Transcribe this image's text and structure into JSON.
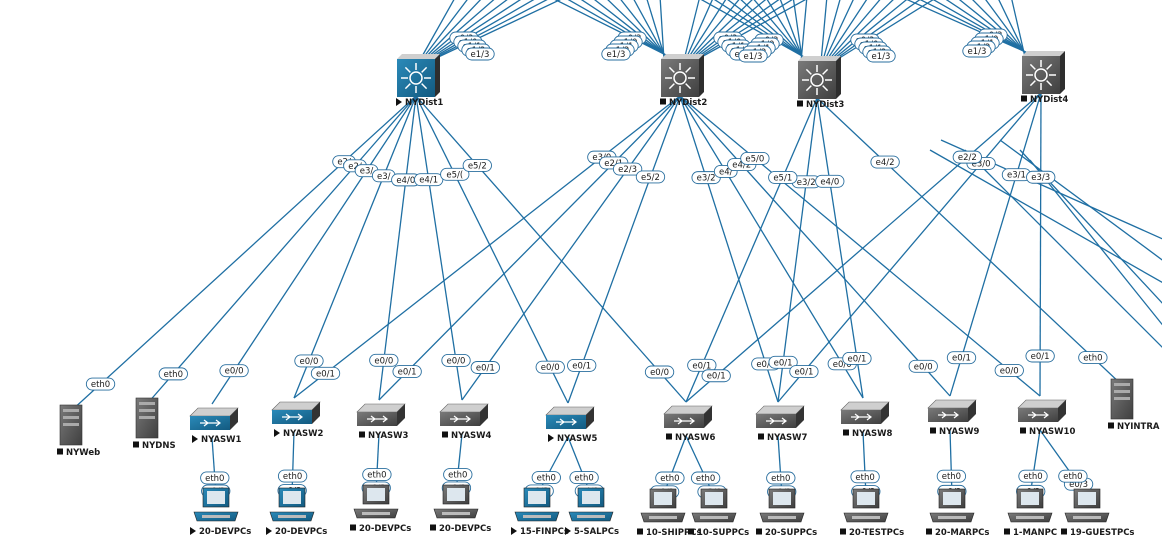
{
  "colors": {
    "link": "#1f6fa3",
    "active_device": "#1c6e98",
    "inactive_device": "#5e5e5e",
    "port_border": "#2a6f9f"
  },
  "icons": {
    "running": "play-triangle-icon",
    "stopped": "stop-square-icon"
  },
  "nodes": [
    {
      "id": "NYDist1",
      "label": "NYDist1",
      "kind": "l3switch",
      "state": "on"
    },
    {
      "id": "NYDist2",
      "label": "NYDist2",
      "kind": "l3switch",
      "state": "off"
    },
    {
      "id": "NYDist3",
      "label": "NYDist3",
      "kind": "l3switch",
      "state": "off"
    },
    {
      "id": "NYDist4",
      "label": "NYDist4",
      "kind": "l3switch",
      "state": "off"
    },
    {
      "id": "NYWeb",
      "label": "NYWeb",
      "kind": "server",
      "state": "off"
    },
    {
      "id": "NYDNS",
      "label": "NYDNS",
      "kind": "server",
      "state": "off"
    },
    {
      "id": "NYASW1",
      "label": "NYASW1",
      "kind": "switch",
      "state": "on"
    },
    {
      "id": "NYASW2",
      "label": "NYASW2",
      "kind": "switch",
      "state": "on"
    },
    {
      "id": "NYASW3",
      "label": "NYASW3",
      "kind": "switch",
      "state": "off"
    },
    {
      "id": "NYASW4",
      "label": "NYASW4",
      "kind": "switch",
      "state": "off"
    },
    {
      "id": "NYASW5",
      "label": "NYASW5",
      "kind": "switch",
      "state": "on"
    },
    {
      "id": "NYASW6",
      "label": "NYASW6",
      "kind": "switch",
      "state": "off"
    },
    {
      "id": "NYASW7",
      "label": "NYASW7",
      "kind": "switch",
      "state": "off"
    },
    {
      "id": "NYASW8",
      "label": "NYASW8",
      "kind": "switch",
      "state": "off"
    },
    {
      "id": "NYASW9",
      "label": "NYASW9",
      "kind": "switch",
      "state": "off"
    },
    {
      "id": "NYASW10",
      "label": "NYASW10",
      "kind": "switch",
      "state": "off"
    },
    {
      "id": "NYINTRA",
      "label": "NYINTRA",
      "kind": "server",
      "state": "off"
    },
    {
      "id": "PC1",
      "label": "20-DEVPCs",
      "kind": "pc",
      "state": "on"
    },
    {
      "id": "PC2",
      "label": "20-DEVPCs",
      "kind": "pc",
      "state": "on"
    },
    {
      "id": "PC3",
      "label": "20-DEVPCs",
      "kind": "pc",
      "state": "off"
    },
    {
      "id": "PC4",
      "label": "20-DEVPCs",
      "kind": "pc",
      "state": "off"
    },
    {
      "id": "PC5",
      "label": "15-FINPCs",
      "kind": "pc",
      "state": "on"
    },
    {
      "id": "PC6",
      "label": "5-SALPCs",
      "kind": "pc",
      "state": "on"
    },
    {
      "id": "PC7",
      "label": "10-SHIPPCs",
      "kind": "pc",
      "state": "off"
    },
    {
      "id": "PC8",
      "label": "10-SUPPCs",
      "kind": "pc",
      "state": "off"
    },
    {
      "id": "PC9",
      "label": "20-SUPPCs",
      "kind": "pc",
      "state": "off"
    },
    {
      "id": "PC10",
      "label": "20-TESTPCs",
      "kind": "pc",
      "state": "off"
    },
    {
      "id": "PC11",
      "label": "20-MARPCs",
      "kind": "pc",
      "state": "off"
    },
    {
      "id": "PC12",
      "label": "1-MANPC",
      "kind": "pc",
      "state": "off"
    },
    {
      "id": "PC13",
      "label": "19-GUESTPCs",
      "kind": "pc",
      "state": "off"
    }
  ],
  "links": [
    {
      "a": "NYDist1",
      "pa": "e2/0",
      "b": "NYWeb",
      "pb": "eth0"
    },
    {
      "a": "NYDist1",
      "pa": "e2/1",
      "b": "NYDNS",
      "pb": "eth0"
    },
    {
      "a": "NYDist1",
      "pa": "e3/0",
      "b": "NYASW1",
      "pb": "e0/0"
    },
    {
      "a": "NYDist1",
      "pa": "e3/1",
      "b": "NYASW2",
      "pb": "e0/0"
    },
    {
      "a": "NYDist1",
      "pa": "e4/0",
      "b": "NYASW3",
      "pb": "e0/0"
    },
    {
      "a": "NYDist1",
      "pa": "e4/1",
      "b": "NYASW4",
      "pb": "e0/0"
    },
    {
      "a": "NYDist1",
      "pa": "e5/0",
      "b": "NYASW5",
      "pb": "e0/0"
    },
    {
      "a": "NYDist1",
      "pa": "e5/2",
      "b": "NYASW6",
      "pb": "e0/0"
    },
    {
      "a": "NYDist2",
      "pa": "e3/0",
      "b": "NYASW2",
      "pb": "e0/1"
    },
    {
      "a": "NYDist2",
      "pa": "e2/1",
      "b": "NYASW3",
      "pb": "e0/1"
    },
    {
      "a": "NYDist2",
      "pa": "e2/3",
      "b": "NYASW4",
      "pb": "e0/1"
    },
    {
      "a": "NYDist2",
      "pa": "e5/2",
      "b": "NYASW5",
      "pb": "e0/1"
    },
    {
      "a": "NYDist2",
      "pa": "e3/2",
      "b": "NYASW7",
      "pb": "e0/0"
    },
    {
      "a": "NYDist2",
      "pa": "e4/0",
      "b": "NYASW8",
      "pb": "e0/0"
    },
    {
      "a": "NYDist2",
      "pa": "e4/2",
      "b": "NYASW9",
      "pb": "e0/0"
    },
    {
      "a": "NYDist2",
      "pa": "e5/0",
      "b": "NYASW10",
      "pb": "e0/0"
    },
    {
      "a": "NYDist3",
      "pa": "e3/2",
      "b": "NYASW7",
      "pb": "e0/1"
    },
    {
      "a": "NYDist3",
      "pa": "e4/0",
      "b": "NYASW8",
      "pb": "e0/1"
    },
    {
      "a": "NYDist3",
      "pa": "e4/2",
      "b": "NYINTRA",
      "pb": "eth0"
    },
    {
      "a": "NYDist3",
      "pa": "e5/1",
      "b": "NYASW6",
      "pb": "e0/1"
    },
    {
      "a": "NYDist4",
      "pa": "e3/1",
      "b": "NYASW9",
      "pb": "e0/1"
    },
    {
      "a": "NYDist4",
      "pa": "e3/3",
      "b": "NYASW10",
      "pb": "e0/1"
    },
    {
      "a": "NYDist4",
      "pa": "e3/0",
      "b": "NYASW7",
      "pb": "e0/1"
    },
    {
      "a": "NYDist4",
      "pa": "e2/2",
      "b": "NYASW6",
      "pb": "e0/1"
    },
    {
      "a": "NYASW1",
      "pa": "e0/2",
      "b": "PC1",
      "pb": "eth0"
    },
    {
      "a": "NYASW2",
      "pa": "e0/2",
      "b": "PC2",
      "pb": "eth0"
    },
    {
      "a": "NYASW3",
      "pa": "e0/2",
      "b": "PC3",
      "pb": "eth0"
    },
    {
      "a": "NYASW4",
      "pa": "e0/2",
      "b": "PC4",
      "pb": "eth0"
    },
    {
      "a": "NYASW5",
      "pa": "e0/2",
      "b": "PC5",
      "pb": "eth0"
    },
    {
      "a": "NYASW5",
      "pa": "e4/1",
      "b": "PC6",
      "pb": "eth0"
    },
    {
      "a": "NYASW6",
      "pa": "e0/2",
      "b": "PC7",
      "pb": "eth0"
    },
    {
      "a": "NYASW6",
      "pa": "e3/0",
      "b": "PC8",
      "pb": "eth0"
    },
    {
      "a": "NYASW7",
      "pa": "e0/2",
      "b": "PC9",
      "pb": "eth0"
    },
    {
      "a": "NYASW8",
      "pa": "e0/2",
      "b": "PC10",
      "pb": "eth0"
    },
    {
      "a": "NYASW9",
      "pa": "e0/2",
      "b": "PC11",
      "pb": "eth0"
    },
    {
      "a": "NYASW10",
      "pa": "e0/2",
      "b": "PC12",
      "pb": "eth0"
    },
    {
      "a": "NYASW10",
      "pa": "e0/3",
      "b": "PC13",
      "pb": "eth0"
    }
  ],
  "uplink_ports": [
    {
      "node": "NYDist1",
      "ports": [
        "e0/3",
        "e1/0",
        "e1/1",
        "e1/2",
        "e1/3"
      ]
    },
    {
      "node": "NYDist2",
      "ports": [
        "e0/3",
        "e1/0",
        "e1/1",
        "e1/2",
        "e1/3"
      ]
    },
    {
      "node": "NYDist3",
      "ports": [
        "e0/3",
        "e1/0",
        "e1/1",
        "e1/2",
        "e1/3"
      ]
    },
    {
      "node": "NYDist4",
      "ports": [
        "e0/3",
        "e1/0",
        "e1/1",
        "e1/2",
        "e1/3"
      ]
    }
  ]
}
